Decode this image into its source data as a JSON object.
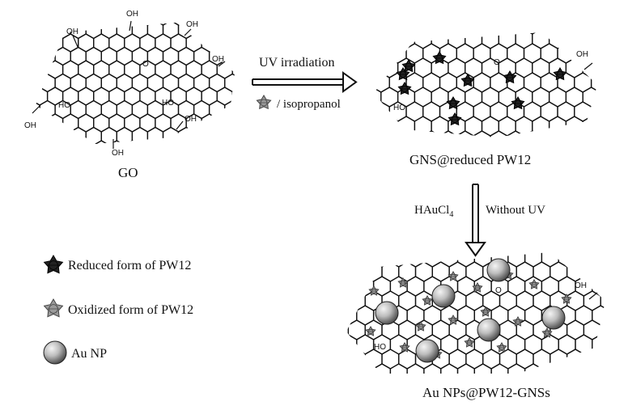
{
  "labels": {
    "go": "GO",
    "gns_reduced": "GNS@reduced PW12",
    "au_nps_product": "Au NPs@PW12-GNSs"
  },
  "step1": {
    "condition_top": "UV irradiation",
    "condition_bottom": "/ isopropanol"
  },
  "step2": {
    "reagent_main": "HAuCl",
    "reagent_subscript": "4",
    "condition": "Without UV"
  },
  "chem_groups": {
    "cooh": "OH",
    "oh": "HO",
    "epoxy": "O"
  },
  "legend": {
    "items": [
      {
        "label": "Reduced form of PW12",
        "icon": "reduced-pw12-cluster"
      },
      {
        "label": "Oxidized form of PW12",
        "icon": "oxidized-pw12-cluster"
      },
      {
        "label": "Au NP",
        "icon": "gold-sphere"
      }
    ]
  },
  "colors": {
    "reduced_cluster": "#222222",
    "oxidized_cluster": "#9a9a9a",
    "au_sphere_light": "#f2f2f2",
    "au_sphere_dark": "#4a4a4a"
  }
}
